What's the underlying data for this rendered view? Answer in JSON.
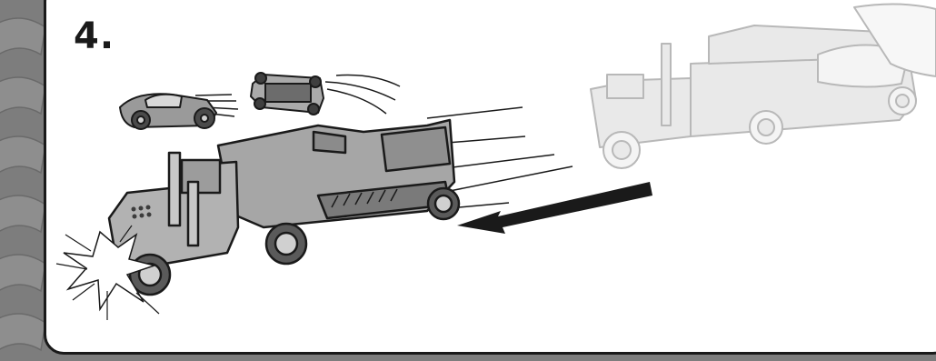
{
  "step": {
    "number": "4."
  },
  "colors": {
    "panel_background": "#ffffff",
    "border": "#1a1a1a",
    "side_strip": "#7d7d7d",
    "arrow": "#1a1a1a",
    "ghost_truck": "#b8b8b8"
  },
  "illustration": {
    "left_strip": "logo-pattern",
    "main_truck": "truck-crashing",
    "ejected_cars": 2,
    "ghost_truck": "truck-before-launch",
    "motion": "arrow-pointing-left"
  }
}
